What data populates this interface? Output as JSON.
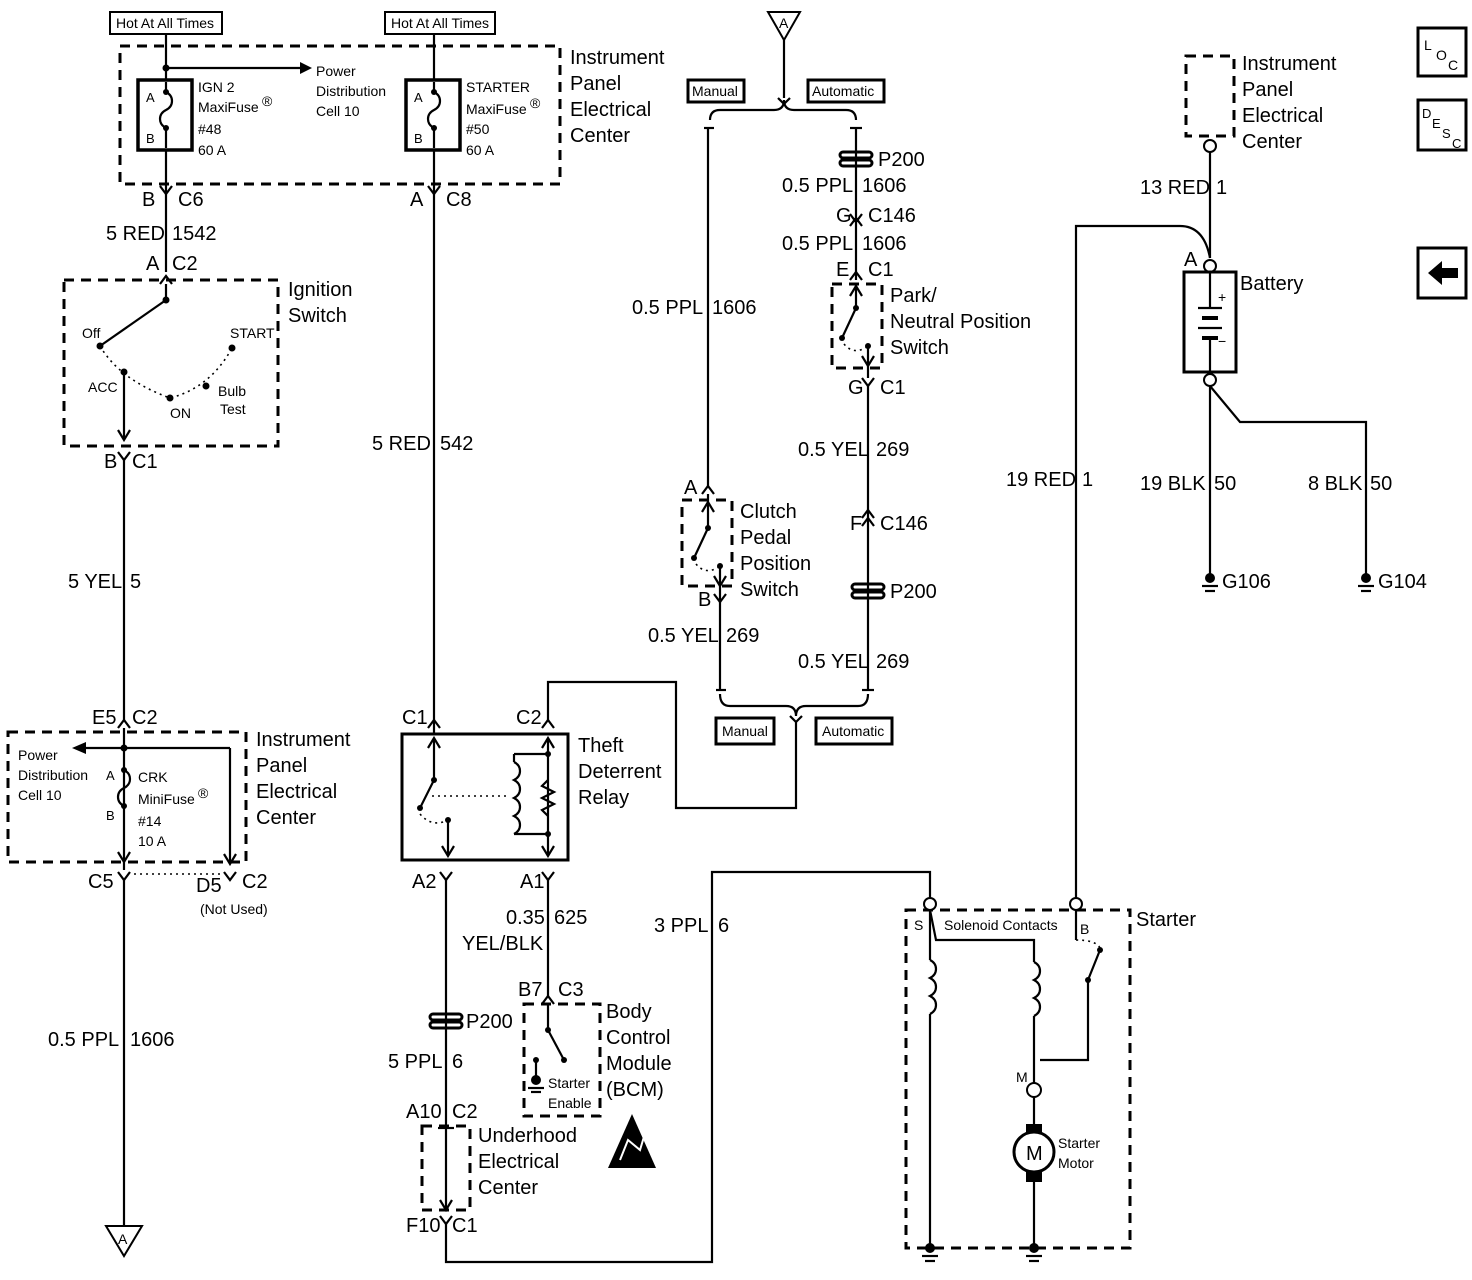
{
  "top_labels": {
    "hot1": "Hot At All Times",
    "hot2": "Hot At All Times",
    "manual_top": "Manual",
    "automatic_top": "Automatic",
    "manual_bot": "Manual",
    "automatic_bot": "Automatic",
    "a_top": "A",
    "a_bottom": "A"
  },
  "nav": {
    "loc": {
      "l": "L",
      "o": "O",
      "c": "C"
    },
    "desc": {
      "d": "D",
      "e": "E",
      "s": "S",
      "c": "C"
    }
  },
  "ipec_top": {
    "title1": "Instrument",
    "title2": "Panel",
    "title3": "Electrical",
    "title4": "Center",
    "ign2": {
      "name": "IGN 2",
      "type": "MaxiFuse",
      "reg": "®",
      "num": "#48",
      "amps": "60 A",
      "pin_a": "A",
      "pin_b": "B"
    },
    "pdc1": "Power",
    "pdc2": "Distribution",
    "pdc3": "Cell 10",
    "starter": {
      "name": "STARTER",
      "type": "MaxiFuse",
      "reg": "®",
      "num": "#50",
      "amps": "60 A",
      "pin_a": "A",
      "pin_b": "B"
    }
  },
  "connectors": {
    "b_c6": "B",
    "c6": "C6",
    "a_c8": "A",
    "c8": "C8",
    "a_c2": "A",
    "c2": "C2",
    "b_c1": "B",
    "c1": "C1",
    "e5": "E5",
    "e5_c2": "C2",
    "c5": "C5",
    "d5": "D5",
    "d5_c2": "C2",
    "not_used": "(Not Used)",
    "tdr_c1": "C1",
    "tdr_c2": "C2",
    "tdr_a2": "A2",
    "tdr_a1": "A1",
    "b7": "B7",
    "b7_c3": "C3",
    "a10": "A10",
    "a10_c2": "C2",
    "f10": "F10",
    "f10_c1": "C1",
    "p200_1": "P200",
    "g": "G",
    "c146_1": "C146",
    "e": "E",
    "e_c1": "C1",
    "g2": "G",
    "g2_c1": "C1",
    "f": "F",
    "c146_2": "C146",
    "p200_2": "P200",
    "p200_3": "P200",
    "cp_a": "A",
    "cp_b": "B",
    "batt_a": "A"
  },
  "wires": {
    "w1": {
      "gauge": "5 RED",
      "circuit": "1542"
    },
    "w2": {
      "gauge": "5 YEL",
      "circuit": "5"
    },
    "w3": {
      "gauge": "0.5 PPL",
      "circuit": "1606"
    },
    "w4": {
      "gauge": "5 RED",
      "circuit": "542"
    },
    "w5": {
      "gauge": "0.35",
      "gauge2": "YEL/BLK",
      "circuit": "625"
    },
    "w6": {
      "gauge": "5 PPL",
      "circuit": "6"
    },
    "w7": {
      "gauge": "3 PPL",
      "circuit": "6"
    },
    "w8": {
      "gauge": "0.5 PPL",
      "circuit": "1606"
    },
    "w9": {
      "gauge": "0.5 YEL",
      "circuit": "269"
    },
    "w10": {
      "gauge": "0.5 PPL",
      "circuit": "1606"
    },
    "w11": {
      "gauge": "0.5 PPL",
      "circuit": "1606"
    },
    "w12": {
      "gauge": "0.5 YEL",
      "circuit": "269"
    },
    "w13": {
      "gauge": "0.5 YEL",
      "circuit": "269"
    },
    "w14": {
      "gauge": "13 RED",
      "circuit": "1"
    },
    "w15": {
      "gauge": "19 RED",
      "circuit": "1"
    },
    "w16": {
      "gauge": "19 BLK",
      "circuit": "50"
    },
    "w17": {
      "gauge": "8 BLK",
      "circuit": "50"
    }
  },
  "ignition": {
    "title1": "Ignition",
    "title2": "Switch",
    "off": "Off",
    "start": "START",
    "acc": "ACC",
    "on": "ON",
    "bulb1": "Bulb",
    "bulb2": "Test"
  },
  "ipec_left": {
    "title1": "Instrument",
    "title2": "Panel",
    "title3": "Electrical",
    "title4": "Center",
    "pdc1": "Power",
    "pdc2": "Distribution",
    "pdc3": "Cell 10",
    "crk": {
      "name": "CRK",
      "type": "MiniFuse",
      "reg": "®",
      "num": "#14",
      "amps": "10 A",
      "pin_a": "A",
      "pin_b": "B"
    }
  },
  "tdr": {
    "t1": "Theft",
    "t2": "Deterrent",
    "t3": "Relay"
  },
  "bcm": {
    "t1": "Body",
    "t2": "Control",
    "t3": "Module",
    "t4": "(BCM)",
    "se1": "Starter",
    "se2": "Enable"
  },
  "uhec": {
    "t1": "Underhood",
    "t2": "Electrical",
    "t3": "Center"
  },
  "clutch": {
    "t1": "Clutch",
    "t2": "Pedal",
    "t3": "Position",
    "t4": "Switch"
  },
  "pnp": {
    "t1": "Park/",
    "t2": "Neutral Position",
    "t3": "Switch"
  },
  "ipec_right": {
    "t1": "Instrument",
    "t2": "Panel",
    "t3": "Electrical",
    "t4": "Center"
  },
  "battery": {
    "title": "Battery",
    "plus": "+",
    "minus": "−"
  },
  "grounds": {
    "g106": "G106",
    "g104": "G104"
  },
  "starter": {
    "title": "Starter",
    "s": "S",
    "b": "B",
    "m": "M",
    "contacts": "Solenoid Contacts",
    "motor_m": "M",
    "motor1": "Starter",
    "motor2": "Motor"
  }
}
